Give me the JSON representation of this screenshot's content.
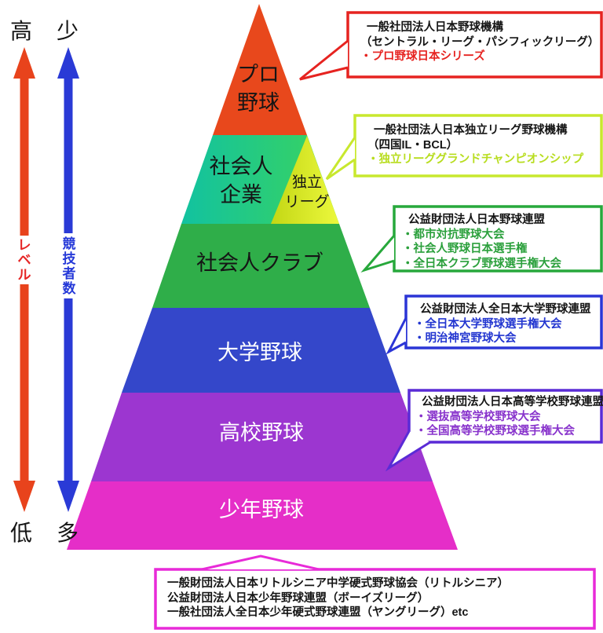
{
  "axes": {
    "level": {
      "top": "高",
      "bottom": "低",
      "label": "レベル"
    },
    "players": {
      "top": "少",
      "bottom": "多",
      "label": "競技者数"
    }
  },
  "pyramid": {
    "levels": [
      {
        "id": "pro",
        "label_lines": [
          "プロ",
          "野球"
        ]
      },
      {
        "id": "corporate",
        "label_lines": [
          "社会人",
          "企業"
        ]
      },
      {
        "id": "independent",
        "label_lines": [
          "独立",
          "リーグ"
        ]
      },
      {
        "id": "club",
        "label_lines": [
          "社会人クラブ"
        ]
      },
      {
        "id": "university",
        "label_lines": [
          "大学野球"
        ]
      },
      {
        "id": "highschool",
        "label_lines": [
          "高校野球"
        ]
      },
      {
        "id": "youth",
        "label_lines": [
          "少年野球"
        ]
      }
    ]
  },
  "callouts": [
    {
      "id": "npb",
      "lines": [
        "一般社団法人日本野球機構",
        "（セントラル・リーグ・パシフィックリーグ）",
        "・プロ野球日本シリーズ"
      ]
    },
    {
      "id": "independent-league",
      "lines": [
        "一般社団法人日本独立リーグ野球機構",
        "（四国IL・BCL）",
        "・独立リーググランドチャンピオンシップ"
      ]
    },
    {
      "id": "jaba",
      "lines": [
        "公益財団法人日本野球連盟",
        "・都市対抗野球大会",
        "・社会人野球日本選手権",
        "・全日本クラブ野球選手権大会"
      ]
    },
    {
      "id": "university-federation",
      "lines": [
        "公益財団法人全日本大学野球連盟",
        "・全日本大学野球選手権大会",
        "・明治神宮野球大会"
      ]
    },
    {
      "id": "highschool-federation",
      "lines": [
        "公益財団法人日本高等学校野球連盟",
        "・選抜高等学校野球大会",
        "・全国高等学校野球選手権大会"
      ]
    },
    {
      "id": "youth-organizations",
      "lines": [
        "一般財団法人日本リトルシニア中学硬式野球協会（リトルシニア）",
        "公益財団法人日本少年野球連盟（ボーイズリーグ）",
        "一般社団法人全日本少年硬式野球連盟（ヤングリーグ）etc"
      ]
    }
  ],
  "colors": {
    "level_pro": "#e8481c",
    "level_corporate_left": "#12c2a0",
    "level_corporate_right": "#3bd45c",
    "level_independent_left": "#c3d714",
    "level_independent_right": "#ecf83d",
    "level_club": "#2fae49",
    "level_university": "#3447ca",
    "level_highschool": "#9c36d0",
    "level_youth": "#e52ec8",
    "axis_level_arrow": "#e8431c",
    "axis_players_arrow": "#2a3ad6",
    "callout_border_npb": "#e62320",
    "callout_border_independent": "#c8e82e",
    "callout_border_jaba": "#27a83b",
    "callout_border_university": "#2b35d6",
    "callout_border_highschool": "#5a2bd6",
    "callout_border_youth": "#e82ad8"
  }
}
